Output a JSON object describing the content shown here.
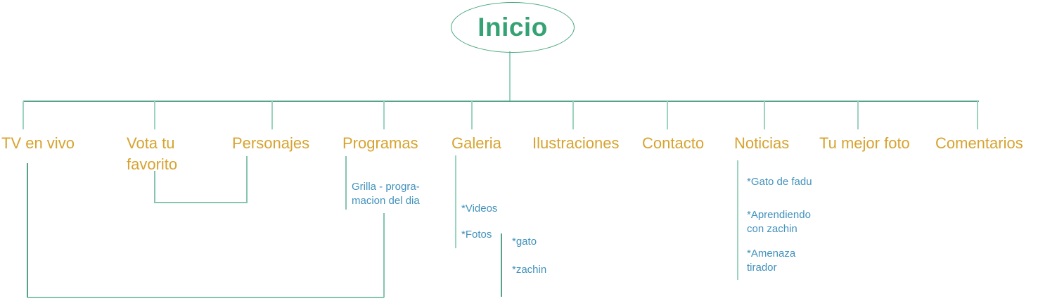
{
  "diagram": {
    "type": "sitemap-tree",
    "root": {
      "label": "Inicio"
    },
    "pages": [
      {
        "label": "TV en vivo",
        "children": []
      },
      {
        "label": "Vota tu\nfavorito",
        "children": []
      },
      {
        "label": "Personajes",
        "children": []
      },
      {
        "label": "Programas",
        "children": [
          {
            "label": "Grilla - progra-\nmacion del dia",
            "children": []
          }
        ]
      },
      {
        "label": "Galeria",
        "children": [
          {
            "label": "*Videos",
            "children": []
          },
          {
            "label": "*Fotos",
            "children": [
              {
                "label": "*gato",
                "children": []
              },
              {
                "label": "*zachin",
                "children": []
              }
            ]
          }
        ]
      },
      {
        "label": "Ilustraciones",
        "children": []
      },
      {
        "label": "Contacto",
        "children": []
      },
      {
        "label": "Noticias",
        "children": [
          {
            "label": "*Gato de fadu",
            "children": []
          },
          {
            "label": "*Aprendiendo\ncon zachin",
            "children": []
          },
          {
            "label": "*Amenaza\ntirador",
            "children": []
          }
        ]
      },
      {
        "label": "Tu mejor foto",
        "children": []
      },
      {
        "label": "Comentarios",
        "children": []
      }
    ]
  },
  "colors": {
    "root-green": "#35A273",
    "ellipse-green": "#45A67B",
    "page-orange": "#D7A330",
    "sub-blue": "#4292BC",
    "line-dark": "#55A38B",
    "line-mid": "#85C4AF",
    "line-light": "#9BD3BF"
  }
}
